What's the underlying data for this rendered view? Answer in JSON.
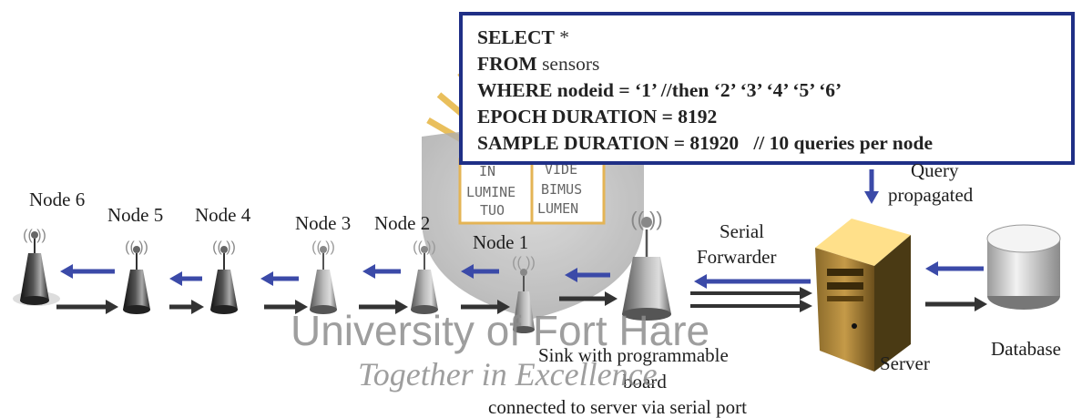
{
  "query": {
    "line1_kw": "SELECT",
    "line1_rest": " *",
    "line2_kw": "FROM",
    "line2_rest": " sensors",
    "line3_kw": "WHERE nodeid",
    "line3_rest": " = ‘1’  //then ‘2’ ‘3’ ‘4’ ‘5’ ‘6’",
    "line4": "EPOCH DURATION = 8192",
    "line5_a": "SAMPLE DURATION = 81920",
    "line5_b": "   // 10 queries per node"
  },
  "nodes": {
    "n6": "Node 6",
    "n5": "Node 5",
    "n4": "Node 4",
    "n3": "Node 3",
    "n2": "Node 2",
    "n1": "Node 1"
  },
  "labels": {
    "query_propagated_1": "Query",
    "query_propagated_2": "propagated",
    "serial_forwarder_1": "Serial",
    "serial_forwarder_2": "Forwarder",
    "sink_1": "Sink with programmable",
    "sink_2": "board",
    "sink_3": "connected  to server via  serial port",
    "server": "Server",
    "database": "Database"
  },
  "watermark": {
    "university": "University of Fort Hare",
    "motto": "Together in Excellence",
    "book_left_1": "IN",
    "book_left_2": "LUMINE",
    "book_left_3": "TUO",
    "book_right_1": "VIDE",
    "book_right_2": "BIMUS",
    "book_right_3": "LUMEN"
  },
  "colors": {
    "box_border": "#1f2f86",
    "blue_arrow": "#3b4aa8",
    "dark_arrow": "#333333",
    "watermark": "#8e8e8e"
  }
}
